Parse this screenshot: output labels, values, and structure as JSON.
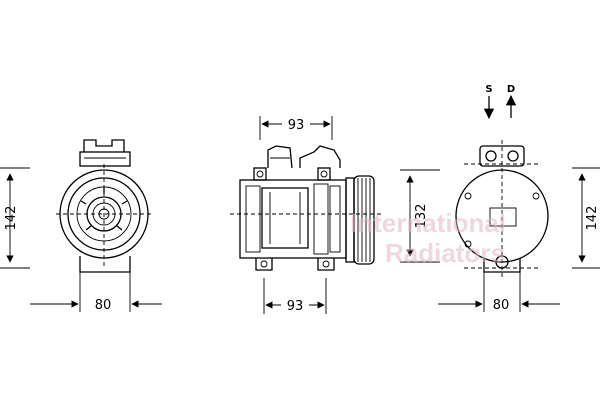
{
  "views": {
    "front": {
      "height_label": "142",
      "width_label": "80"
    },
    "side": {
      "top_width_label": "93",
      "bottom_width_label": "93",
      "height_label": "132"
    },
    "back": {
      "height_label": "142",
      "width_label": "80",
      "suction_label": "S",
      "discharge_label": "D"
    }
  },
  "watermark": {
    "line1": "International",
    "line2": "Radiators"
  },
  "colors": {
    "line": "#000000",
    "watermark": "#e3b8c4"
  }
}
